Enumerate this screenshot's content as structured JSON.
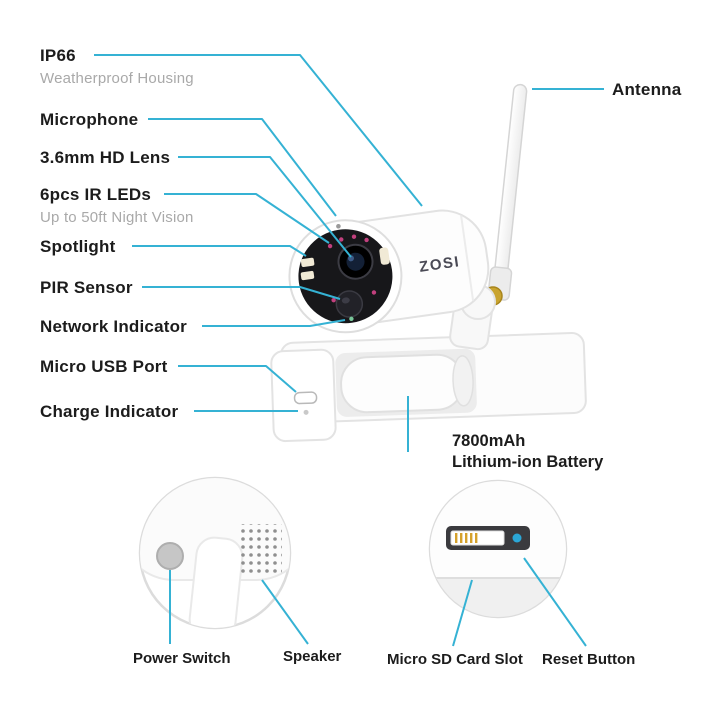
{
  "page": {
    "background": "#ffffff"
  },
  "brand": "ZOSI",
  "colors": {
    "callout_line": "#35b2d4",
    "label_text": "#1c1c1c",
    "secondary_text": "#a9a9a9",
    "reset_button": "#2ba6d6",
    "antenna_connector_gold": "#c9a42f"
  },
  "callouts": {
    "left": [
      {
        "label": "IP66",
        "sublabel": "Weatherproof Housing"
      },
      {
        "label": "Microphone"
      },
      {
        "label": "3.6mm HD Lens"
      },
      {
        "label": "6pcs IR LEDs",
        "sublabel": "Up to 50ft Night Vision"
      },
      {
        "label": "Spotlight"
      },
      {
        "label": "PIR Sensor"
      },
      {
        "label": "Network Indicator"
      },
      {
        "label": "Micro USB Port"
      },
      {
        "label": "Charge Indicator"
      }
    ],
    "antenna": {
      "label": "Antenna"
    },
    "battery": {
      "line1": "7800mAh",
      "line2": "Lithium-ion Battery"
    },
    "bottom": [
      {
        "label": "Power Switch"
      },
      {
        "label": "Speaker"
      },
      {
        "label": "Micro SD Card Slot"
      },
      {
        "label": "Reset Button"
      }
    ]
  }
}
